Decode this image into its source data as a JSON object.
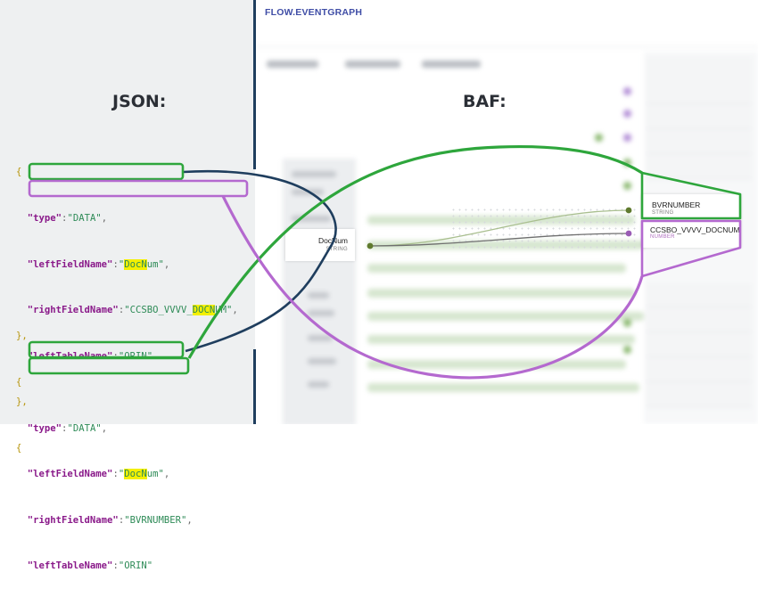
{
  "left": {
    "heading": "JSON:",
    "block1": {
      "open": "{",
      "type_key": "\"type\"",
      "type_val": "\"DATA\"",
      "left_key": "\"leftFieldName\"",
      "left_val_q1": "\"",
      "left_val_hl": "DocN",
      "left_val_rest": "um\"",
      "right_key": "\"rightFieldName\"",
      "right_val_pre": "\"CCSBO_VVVV_",
      "right_val_hl": "DOCN",
      "right_val_rest": "UM\"",
      "table_key": "\"leftTableName\"",
      "table_val": "\"ORIN\"",
      "close": "},",
      "open2": "{"
    },
    "block2": {
      "close": "},",
      "open": "{",
      "type_key": "\"type\"",
      "type_val": "\"DATA\"",
      "left_key": "\"leftFieldName\"",
      "left_val_q1": "\"",
      "left_val_hl": "DocN",
      "left_val_rest": "um\"",
      "right_key": "\"rightFieldName\"",
      "right_val": "\"BVRNUMBER\"",
      "table_key": "\"leftTableName\"",
      "table_val": "\"ORIN\""
    },
    "colon": ":",
    "comma": ","
  },
  "right": {
    "heading": "BAF:",
    "brand": "FLOW.EVENTGRAPH",
    "source_node": {
      "title": "DocNum",
      "type": "STRING"
    },
    "target_nodes": [
      {
        "title": "BVRNUMBER",
        "type": "STRING"
      },
      {
        "title": "CCSBO_VVVV_DOCNUM",
        "type": "NUMBER"
      }
    ]
  },
  "colors": {
    "green": "#2ea63c",
    "purple": "#b469cf",
    "navy": "#1f3e5e"
  }
}
